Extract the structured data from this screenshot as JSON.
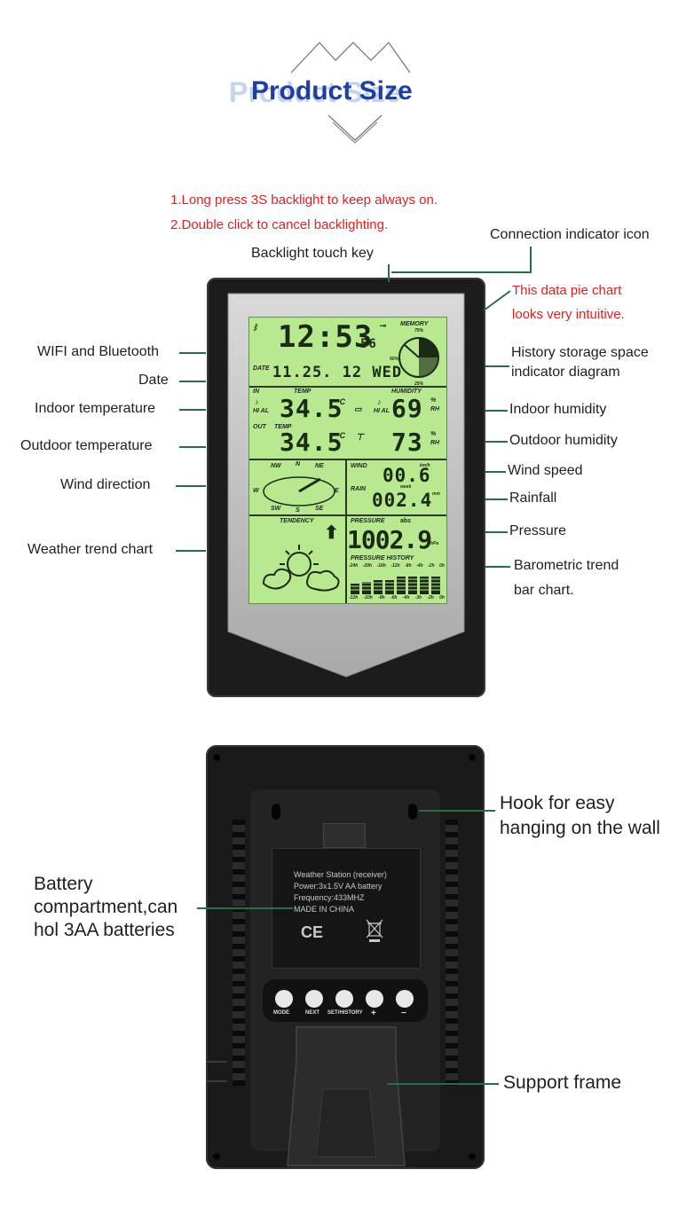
{
  "header": {
    "title_shadow": "Product Size",
    "title": "Product Size"
  },
  "notes": {
    "line1": "1.Long press 3S backlight to keep always on.",
    "line2": "2.Double click to cancel backlighting."
  },
  "front_labels": {
    "backlight": "Backlight touch key",
    "connection": "Connection indicator icon",
    "pie_note_1": "This data pie chart",
    "pie_note_2": "looks very intuitive.",
    "wifi": "WIFI and Bluetooth",
    "date": "Date",
    "indoor_temp": "Indoor temperature",
    "outdoor_temp": "Outdoor temperature",
    "wind_dir": "Wind direction",
    "trend": "Weather trend chart",
    "history_1": "History storage space",
    "history_2": "indicator diagram",
    "indoor_hum": "Indoor humidity",
    "outdoor_hum": "Outdoor humidity",
    "wind_speed": "Wind speed",
    "rainfall": "Rainfall",
    "pressure": "Pressure",
    "baro_1": "Barometric trend",
    "baro_2": "bar chart."
  },
  "lcd": {
    "time": "12:53",
    "seconds": "56",
    "memory": "MEMORY",
    "date_label": "DATE",
    "date": "11.25. 12 WED",
    "in_label": "IN",
    "temp_label": "TEMP",
    "humidity_label": "HUMIDITY",
    "hi_al": "HI AL",
    "indoor_temp": "34.5",
    "indoor_hum": "69",
    "out_label": "OUT",
    "outdoor_temp": "34.5",
    "outdoor_hum": "73",
    "temp_unit": "°C",
    "hum_unit_top": "%",
    "hum_unit_bottom": "RH",
    "compass": [
      "NW",
      "N",
      "NE",
      "W",
      "E",
      "SW",
      "S",
      "SE"
    ],
    "wind_label": "WIND",
    "wind_unit": "km/h",
    "wind": "00.6",
    "rain_label": "RAIN",
    "rain_period": "week",
    "rain_unit": "mm",
    "rain": "002.4",
    "tendency": "TENDENCY",
    "pressure_label": "PRESSURE",
    "pressure_mode": "abs",
    "pressure": "1002.9",
    "pressure_unit": "hPa",
    "history_label": "PRESSURE HISTORY",
    "history_ticks": [
      "-24h",
      "-20h",
      "-16h",
      "-12h",
      "-8h",
      "-4h",
      "-2h",
      "0h"
    ],
    "history_ticks_bottom": [
      "-12h",
      "-10h",
      "-8h",
      "-6h",
      "-4h",
      "-3h",
      "-2h",
      "0h"
    ],
    "memory_levels": [
      "75%",
      "50%",
      "25%"
    ]
  },
  "back_labels": {
    "hook_1": "Hook for easy",
    "hook_2": "hanging on the wall",
    "battery_1": "Battery",
    "battery_2": "compartment,can",
    "battery_3": "hol 3AA batteries",
    "support": "Support frame"
  },
  "sticker": {
    "line1": "Weather Station (receiver)",
    "line2": "Power:3x1.5V AA battery",
    "line3": "Frequency:433MHZ",
    "line4": "MADE IN CHINA",
    "ce": "CE"
  },
  "buttons": [
    "MODE",
    "NEXT",
    "SET/HISTORY",
    "+",
    "−"
  ],
  "colors": {
    "accent": "#1f3fa0",
    "note_red": "#e02020",
    "lcd": "#b8e890",
    "case": "#1c1c1c",
    "lead": "#2a6b4a"
  }
}
